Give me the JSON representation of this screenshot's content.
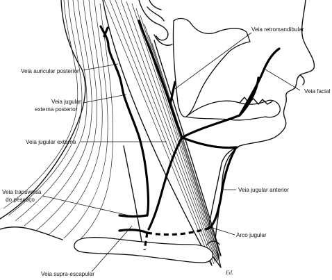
{
  "labels": {
    "retromandibular": "Veia retromandibular",
    "auricular_posterior": "Veia auricular posterior",
    "facial": "Veia facial",
    "jugular_externa_posterior_1": "Veia jugular",
    "jugular_externa_posterior_2": "externa posterior",
    "jugular_externa": "Veia jugular externa",
    "transversa_1": "Veia transversa",
    "transversa_2": "do pescoço",
    "jugular_anterior": "Veia  jugular anterior",
    "arco_jugular": "Arco jugular",
    "supra_escapular": "Veia supra-escapular"
  },
  "signature": "Ed."
}
